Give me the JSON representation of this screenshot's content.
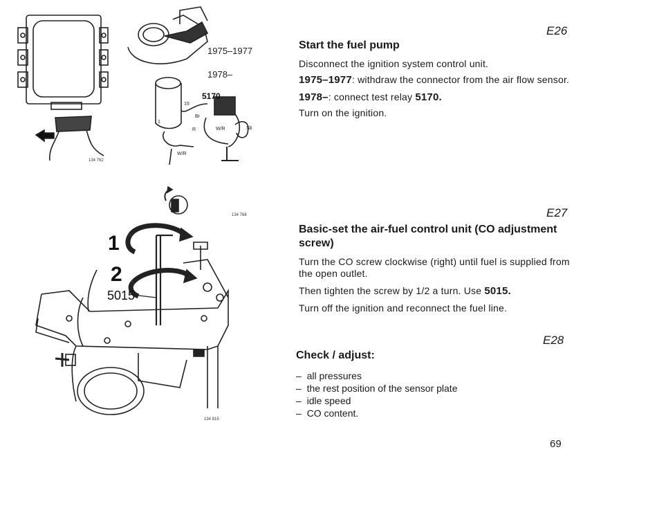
{
  "figures": {
    "fig1": {
      "label_a": "1975–1977",
      "label_b": "1978–",
      "tool_number": "5170",
      "wire_br": "Br",
      "wire_r": "R",
      "wire_wr1": "W/R",
      "wire_wr2": "W/R",
      "wire_sb": "Sb",
      "pin_15": "15",
      "pin_1": "1",
      "ref": "134 762"
    },
    "fig2": {
      "callout_1": "1",
      "callout_2": "2",
      "tool_number": "5015",
      "ref_top": "134 768",
      "ref_bottom": "134 815"
    }
  },
  "sections": {
    "e26": {
      "code": "E26",
      "title": "Start the fuel pump",
      "p1": "Disconnect the ignition system control unit.",
      "p2_bold": "1975–1977",
      "p2_text": ": withdraw the connector from the air flow sensor.",
      "p3_bold": "1978–",
      "p3_text": ": connect test relay ",
      "p3_tool": "5170.",
      "p4": "Turn on the ignition."
    },
    "e27": {
      "code": "E27",
      "title": "Basic-set the air-fuel control unit (CO adjustment screw)",
      "p1": "Turn the CO screw clockwise (right) until fuel is supplied from the open outlet.",
      "p2_text": "Then tighten the screw by 1/2 a turn. Use ",
      "p2_tool": "5015.",
      "p3": "Turn off the ignition and reconnect the fuel line."
    },
    "e28": {
      "code": "E28",
      "title": "Check / adjust:",
      "items": [
        "all pressures",
        "the rest position of the sensor plate",
        "idle speed",
        "CO content."
      ]
    }
  },
  "page_number": "69"
}
